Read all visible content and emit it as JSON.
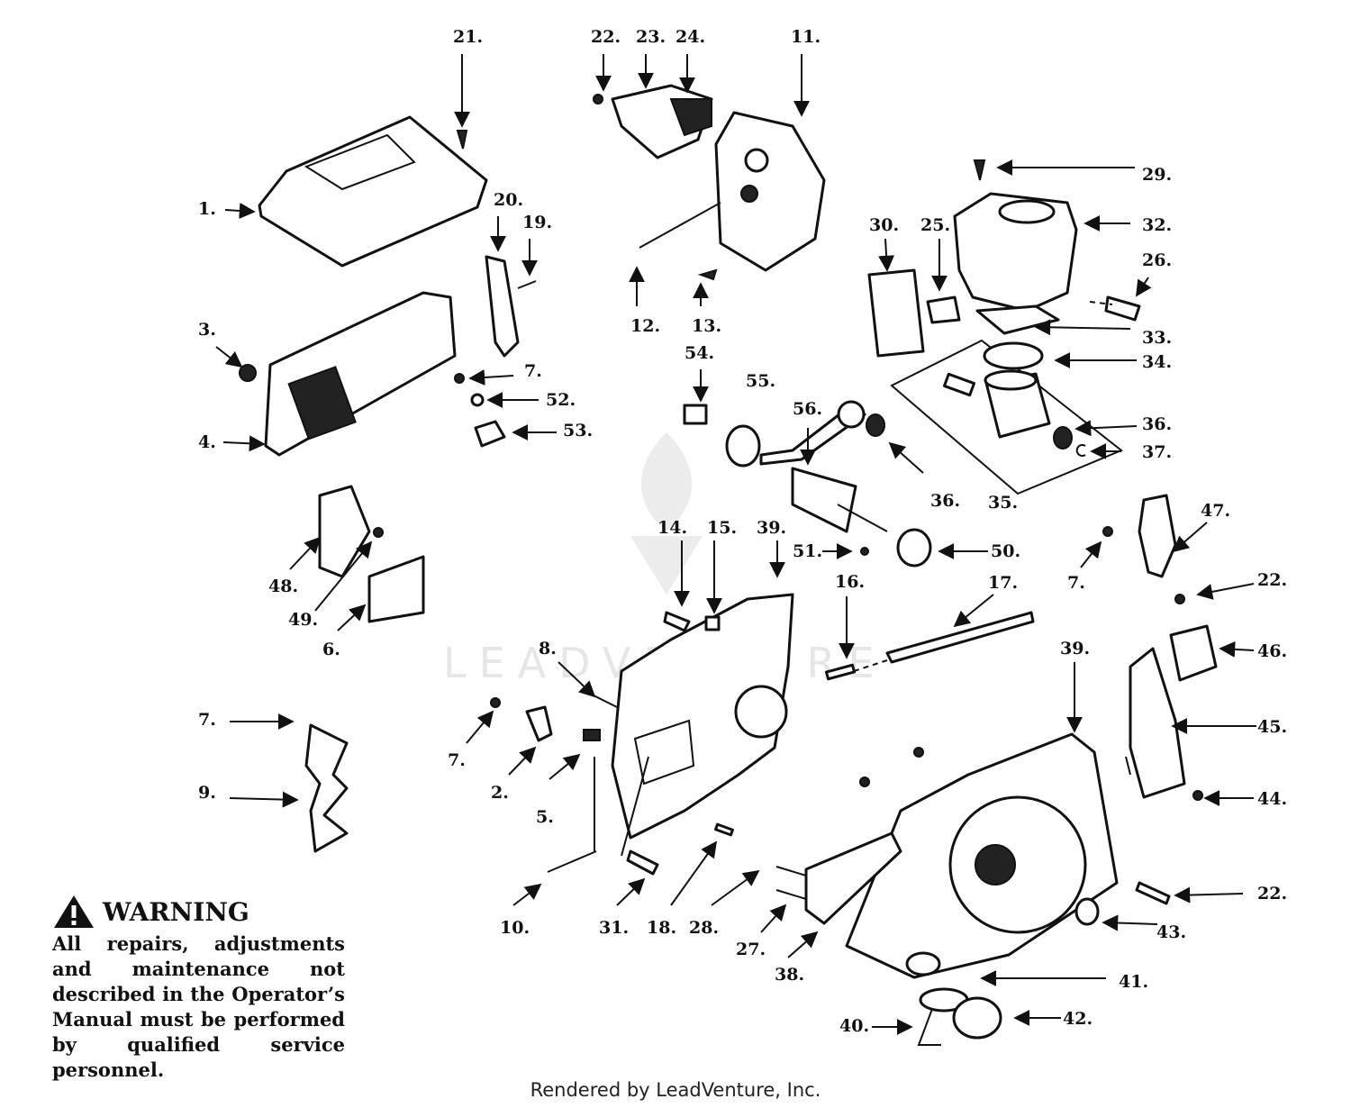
{
  "diagram": {
    "labels": [
      {
        "id": "l21a",
        "text": "21."
      },
      {
        "id": "l22a",
        "text": "22."
      },
      {
        "id": "l23",
        "text": "23."
      },
      {
        "id": "l24",
        "text": "24."
      },
      {
        "id": "l11",
        "text": "11."
      },
      {
        "id": "l29",
        "text": "29."
      },
      {
        "id": "l1",
        "text": "1."
      },
      {
        "id": "l20",
        "text": "20."
      },
      {
        "id": "l19",
        "text": "19."
      },
      {
        "id": "l30",
        "text": "30."
      },
      {
        "id": "l25",
        "text": "25."
      },
      {
        "id": "l32",
        "text": "32."
      },
      {
        "id": "l26",
        "text": "26."
      },
      {
        "id": "l12",
        "text": "12."
      },
      {
        "id": "l13",
        "text": "13."
      },
      {
        "id": "l3",
        "text": "3."
      },
      {
        "id": "l33",
        "text": "33."
      },
      {
        "id": "l54",
        "text": "54."
      },
      {
        "id": "l34",
        "text": "34."
      },
      {
        "id": "l7a",
        "text": "7."
      },
      {
        "id": "l55",
        "text": "55."
      },
      {
        "id": "l52",
        "text": "52."
      },
      {
        "id": "l36a",
        "text": "36."
      },
      {
        "id": "l53",
        "text": "53."
      },
      {
        "id": "l56",
        "text": "56."
      },
      {
        "id": "l4",
        "text": "4."
      },
      {
        "id": "l37",
        "text": "37."
      },
      {
        "id": "l36b",
        "text": "36."
      },
      {
        "id": "l35",
        "text": "35."
      },
      {
        "id": "l47",
        "text": "47."
      },
      {
        "id": "l14",
        "text": "14."
      },
      {
        "id": "l15",
        "text": "15."
      },
      {
        "id": "l39a",
        "text": "39."
      },
      {
        "id": "l51",
        "text": "51."
      },
      {
        "id": "l50",
        "text": "50."
      },
      {
        "id": "l48",
        "text": "48."
      },
      {
        "id": "l7b",
        "text": "7."
      },
      {
        "id": "l22b",
        "text": "22."
      },
      {
        "id": "l16",
        "text": "16."
      },
      {
        "id": "l17",
        "text": "17."
      },
      {
        "id": "l49",
        "text": "49."
      },
      {
        "id": "l6",
        "text": "6."
      },
      {
        "id": "l8",
        "text": "8."
      },
      {
        "id": "l39b",
        "text": "39."
      },
      {
        "id": "l46",
        "text": "46."
      },
      {
        "id": "l7c",
        "text": "7."
      },
      {
        "id": "l45",
        "text": "45."
      },
      {
        "id": "l7d",
        "text": "7."
      },
      {
        "id": "l2",
        "text": "2."
      },
      {
        "id": "l9",
        "text": "9."
      },
      {
        "id": "l44",
        "text": "44."
      },
      {
        "id": "l5",
        "text": "5."
      },
      {
        "id": "l22c",
        "text": "22."
      },
      {
        "id": "l10",
        "text": "10."
      },
      {
        "id": "l31",
        "text": "31."
      },
      {
        "id": "l18",
        "text": "18."
      },
      {
        "id": "l28",
        "text": "28."
      },
      {
        "id": "l43",
        "text": "43."
      },
      {
        "id": "l27",
        "text": "27."
      },
      {
        "id": "l38",
        "text": "38."
      },
      {
        "id": "l41",
        "text": "41."
      },
      {
        "id": "l42",
        "text": "42."
      },
      {
        "id": "l40",
        "text": "40."
      }
    ],
    "watermark": "LEADVENTURE"
  },
  "warning": {
    "title": "WARNING",
    "body": "All repairs, adjustments and maintenance not described in the Operator’s Manual must be performed by qualified service personnel."
  },
  "footer": {
    "text": "Rendered by LeadVenture, Inc."
  },
  "icons": {
    "warning": "warning-triangle-icon",
    "logo": "flame-logo-watermark"
  }
}
